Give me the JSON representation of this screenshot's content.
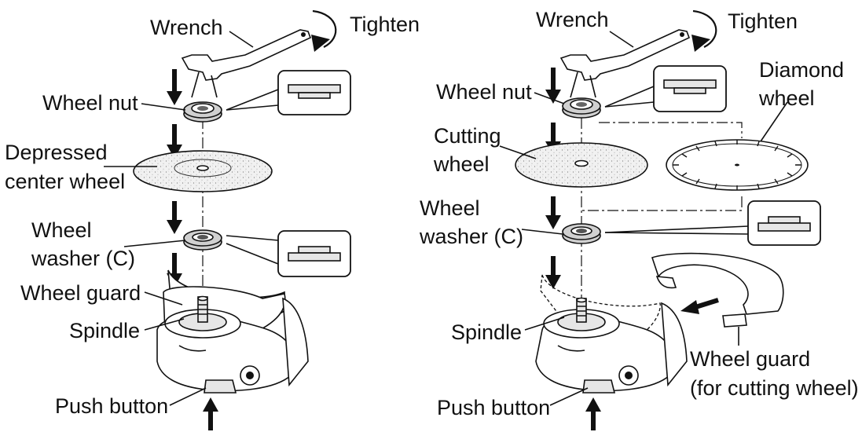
{
  "left": {
    "wrench": "Wrench",
    "tighten": "Tighten",
    "wheel_nut": "Wheel nut",
    "wheel_line1": "Depressed",
    "wheel_line2": "center wheel",
    "washer_line1": "Wheel",
    "washer_line2": "washer (C)",
    "guard": "Wheel guard",
    "spindle": "Spindle",
    "push_button": "Push button"
  },
  "right": {
    "wrench": "Wrench",
    "tighten": "Tighten",
    "wheel_nut": "Wheel nut",
    "cutting_line1": "Cutting",
    "cutting_line2": "wheel",
    "diamond_line1": "Diamond",
    "diamond_line2": "wheel",
    "washer_line1": "Wheel",
    "washer_line2": "washer (C)",
    "spindle": "Spindle",
    "guard_line1": "Wheel guard",
    "guard_line2": "(for cutting wheel)",
    "push_button": "Push button"
  }
}
